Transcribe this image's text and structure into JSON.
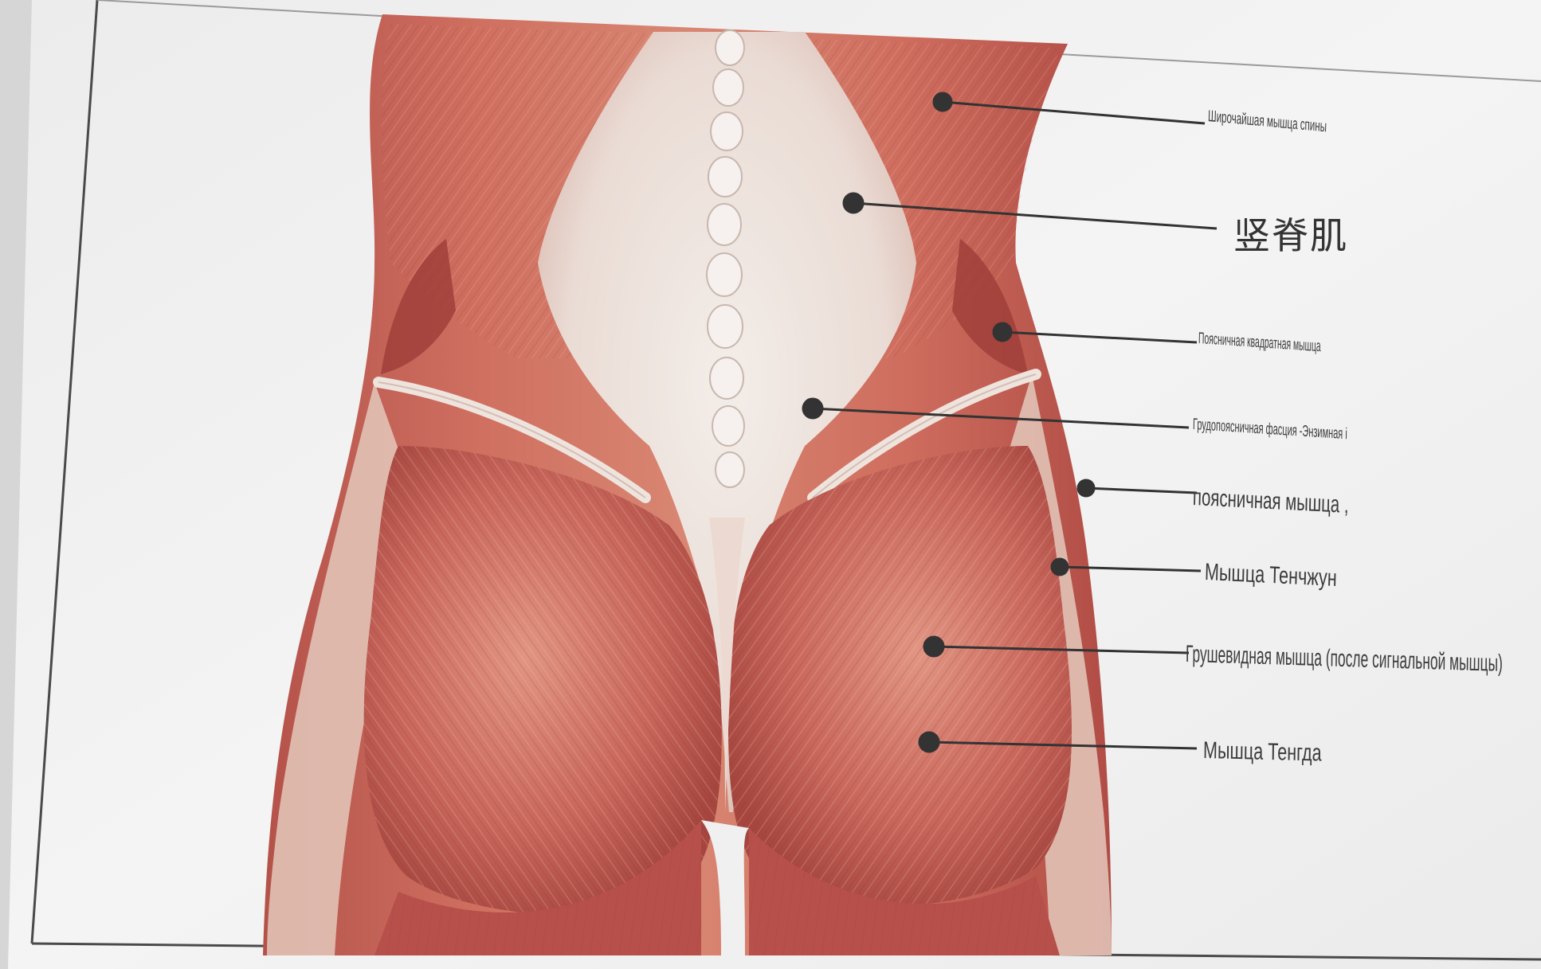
{
  "labels": [
    {
      "id": "latissimus",
      "text": "Широчайшая мышца спины"
    },
    {
      "id": "erector",
      "text": "竖脊肌"
    },
    {
      "id": "quadratus",
      "text": "Поясничная квадратная мышца"
    },
    {
      "id": "fascia",
      "text": "Грудопоясничная фасция -Энзимная",
      "mark": "i"
    },
    {
      "id": "lumbar",
      "text": "поясничная мышца",
      "mark": ","
    },
    {
      "id": "tenzhun",
      "text": "Мышца Тенчжун"
    },
    {
      "id": "piriformis",
      "text": "Грушевидная мышца (после сигнальной мышцы)"
    },
    {
      "id": "tengda",
      "text": "Мышца Тенгда"
    }
  ],
  "colors": {
    "muscle_red": "#c2574f",
    "muscle_deep": "#9e3c38",
    "muscle_light": "#de8c7a",
    "fascia_white": "#eee5e0",
    "page_white": "#f3f3f3",
    "leader_line": "#333333"
  }
}
